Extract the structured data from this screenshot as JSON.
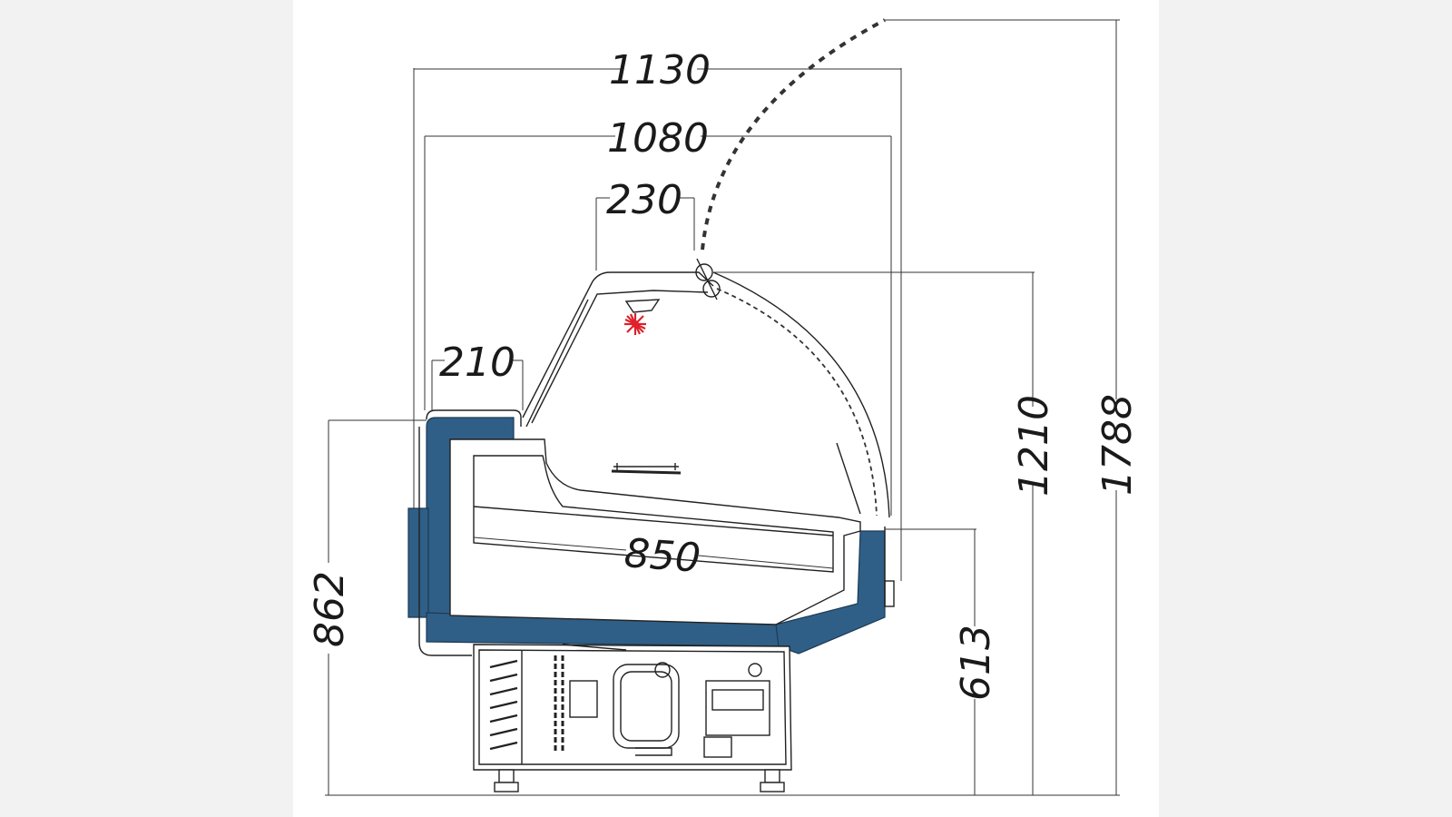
{
  "dimensions": {
    "overall_depth": "1130",
    "inner_depth": "1080",
    "canopy_width": "230",
    "counter_shelf": "210",
    "display_depth": "850",
    "counter_height": "862",
    "display_front_height": "613",
    "case_height": "1210",
    "lid_open_height": "1788"
  },
  "colors": {
    "insulation": "#2f5f86",
    "lamp": "#e0202a",
    "line": "#222222"
  }
}
